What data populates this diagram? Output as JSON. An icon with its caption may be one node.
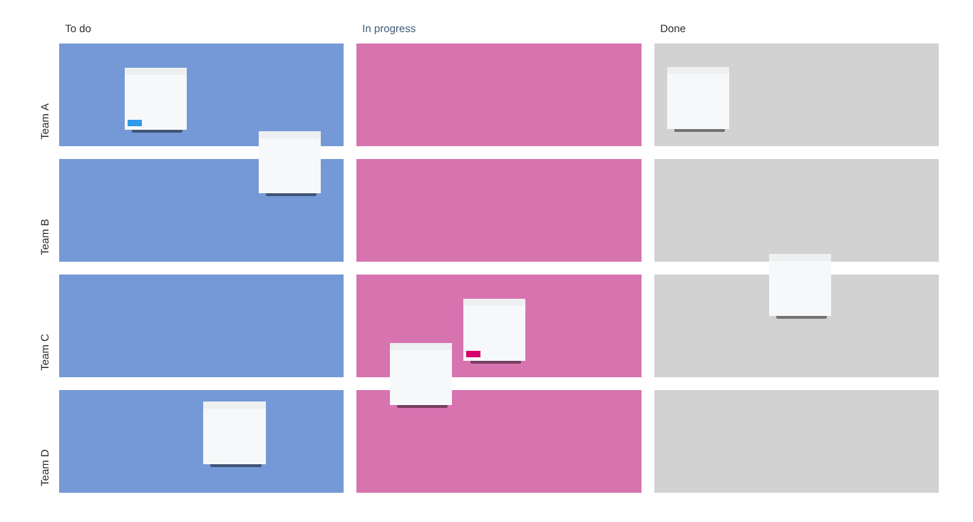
{
  "diagram": {
    "labels": [
      "To do",
      "In progress",
      "Done",
      "Team A",
      "Team B",
      "Team C",
      "Team D"
    ]
  }
}
